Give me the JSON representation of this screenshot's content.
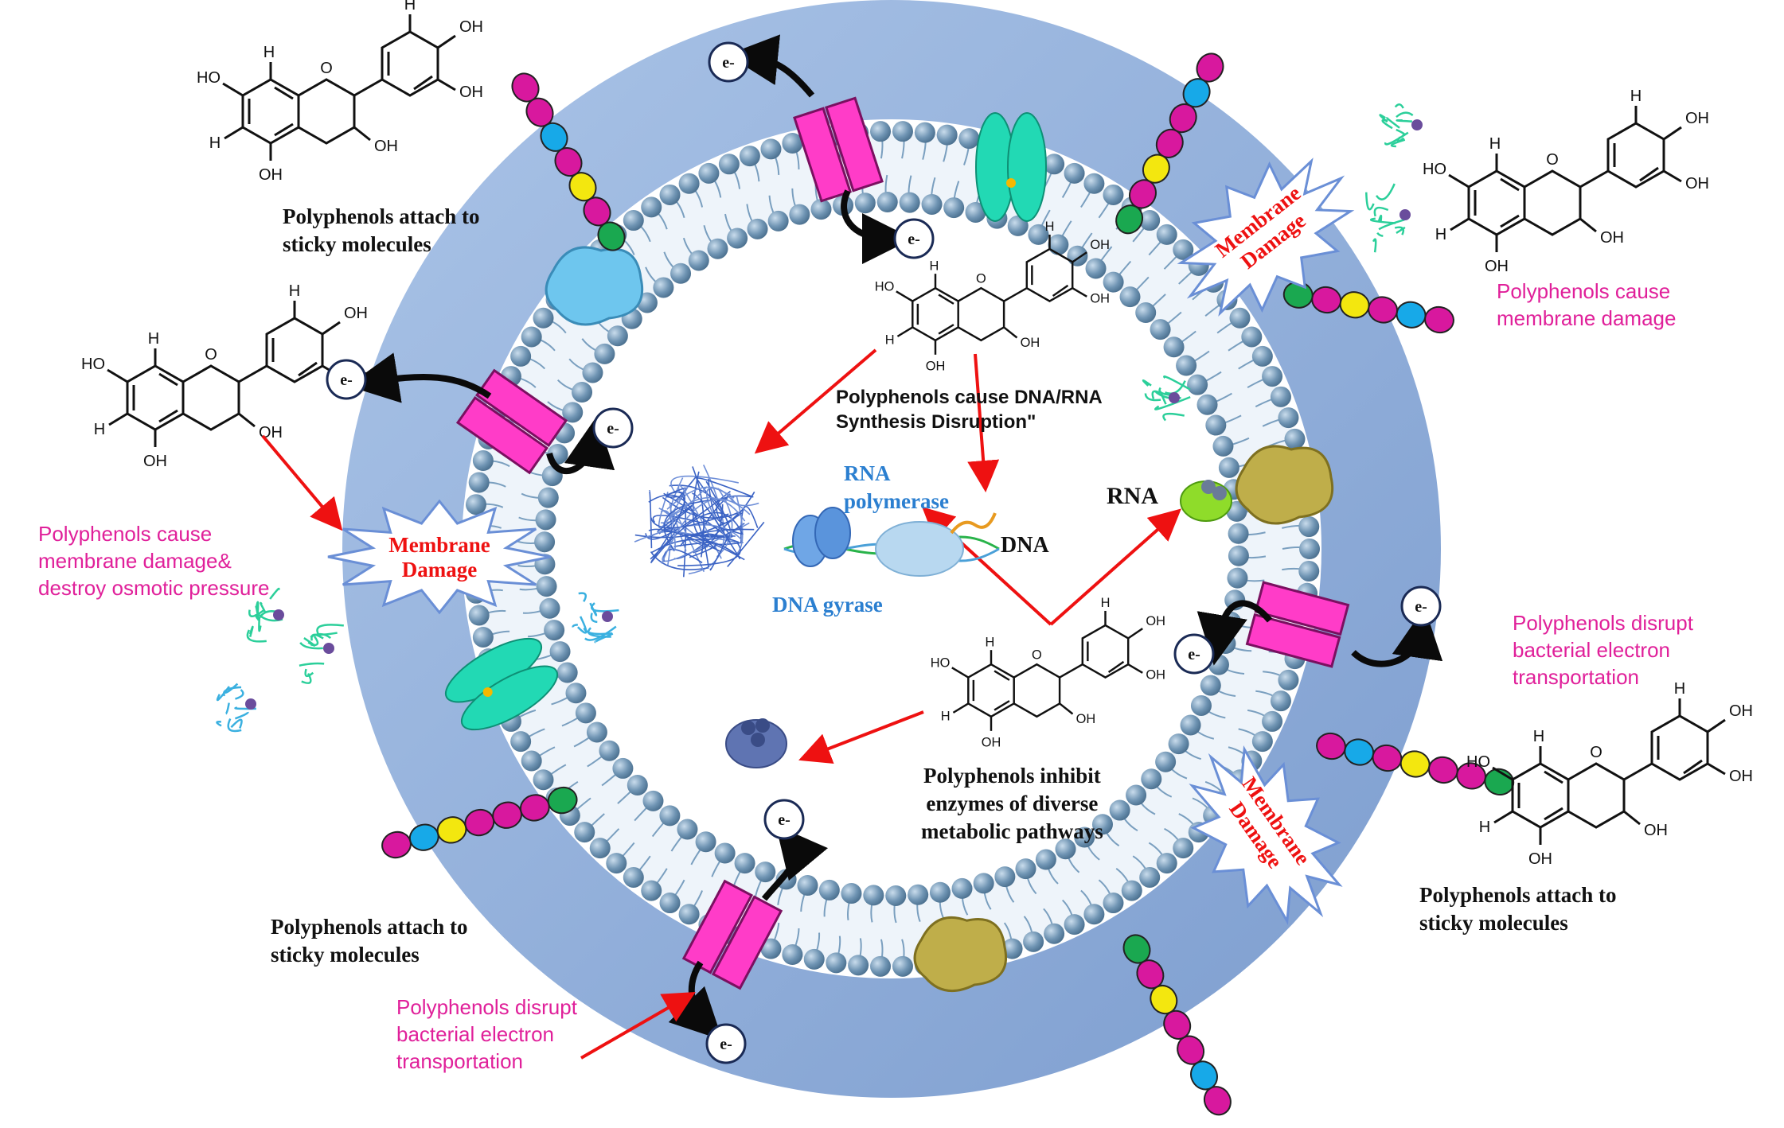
{
  "labels": {
    "attach_top_left": "Polyphenols attach to\nsticky molecules",
    "attach_bottom_left": "Polyphenols attach to\nsticky molecules",
    "attach_bottom_right": "Polyphenols attach to\nsticky molecules",
    "membrane_damage_left": "Polyphenols cause\nmembrane damage&\ndestroy osmotic pressure",
    "membrane_damage_right": "Polyphenols cause\nmembrane damage",
    "electron_right": "Polyphenols disrupt\nbacterial electron\ntransportation",
    "electron_bottom": "Polyphenols disrupt\nbacterial electron\ntransportation",
    "dna_rna": "Polyphenols cause DNA/RNA\nSynthesis Disruption\"",
    "enzymes": "Polyphenols inhibit\nenzymes of diverse\nmetabolic pathways",
    "rna_polymerase": "RNA\npolymerase",
    "dna_gyrase": "DNA gyrase",
    "dna": "DNA",
    "rna": "RNA",
    "damage_left": "Membrane\nDamage",
    "damage_top_right": "Membrane\nDamage",
    "damage_bottom_right": "Membrane\nDamage",
    "electron": "e-"
  },
  "molecule_atoms": {
    "hydroxyl": "OH",
    "hydroxyl_left": "HO",
    "oxygen": "O",
    "hydrogen": "H"
  },
  "colors": {
    "outer_ring": "#8fb0dc",
    "lipid_head": "#7a9fbf",
    "channel": "#ff3cc8",
    "text_pink": "#e0209a",
    "arrow_red": "#ee1111",
    "text_blue": "#2b7fd0"
  }
}
